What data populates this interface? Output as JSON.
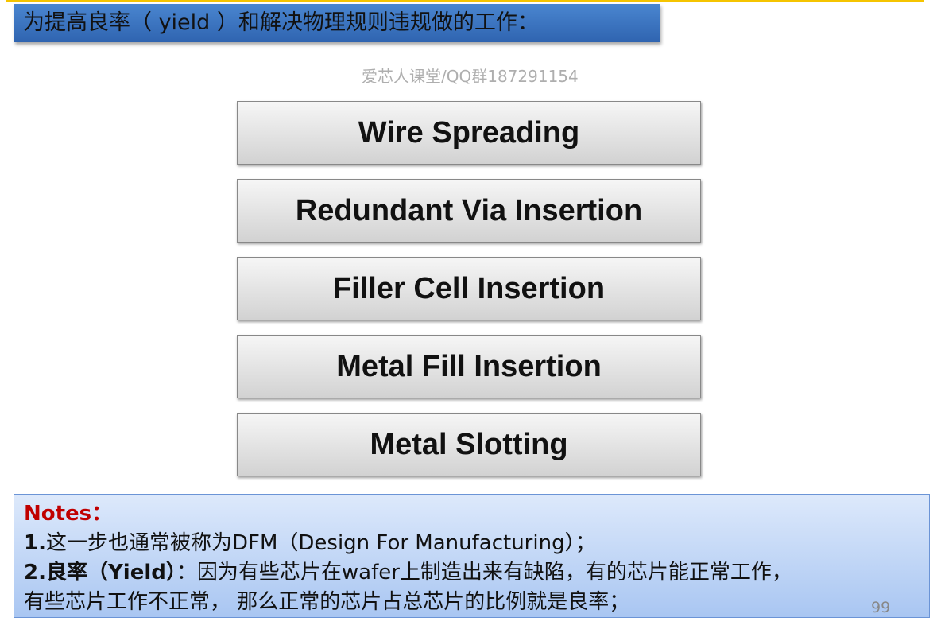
{
  "title": "为提高良率（  yield  ）和解决物理规则违规做的工作：",
  "boxes": [
    "Wire Spreading",
    "Redundant Via Insertion",
    "Filler Cell Insertion",
    "Metal Fill Insertion",
    "Metal Slotting"
  ],
  "notes": {
    "heading": "Notes：",
    "line1_num": "1.",
    "line1": "这一步也通常被称为DFM（Design For Manufacturing）；",
    "line2_num": "2.良率（Yield）",
    "line2": "：因为有些芯片在wafer上制造出来有缺陷，有的芯片能正常工作，",
    "line3": "有些芯片工作不正常， 那么正常的芯片占总芯片的比例就是良率；"
  },
  "watermark": "爱芯人课堂/QQ群187291154",
  "page_number": "99"
}
